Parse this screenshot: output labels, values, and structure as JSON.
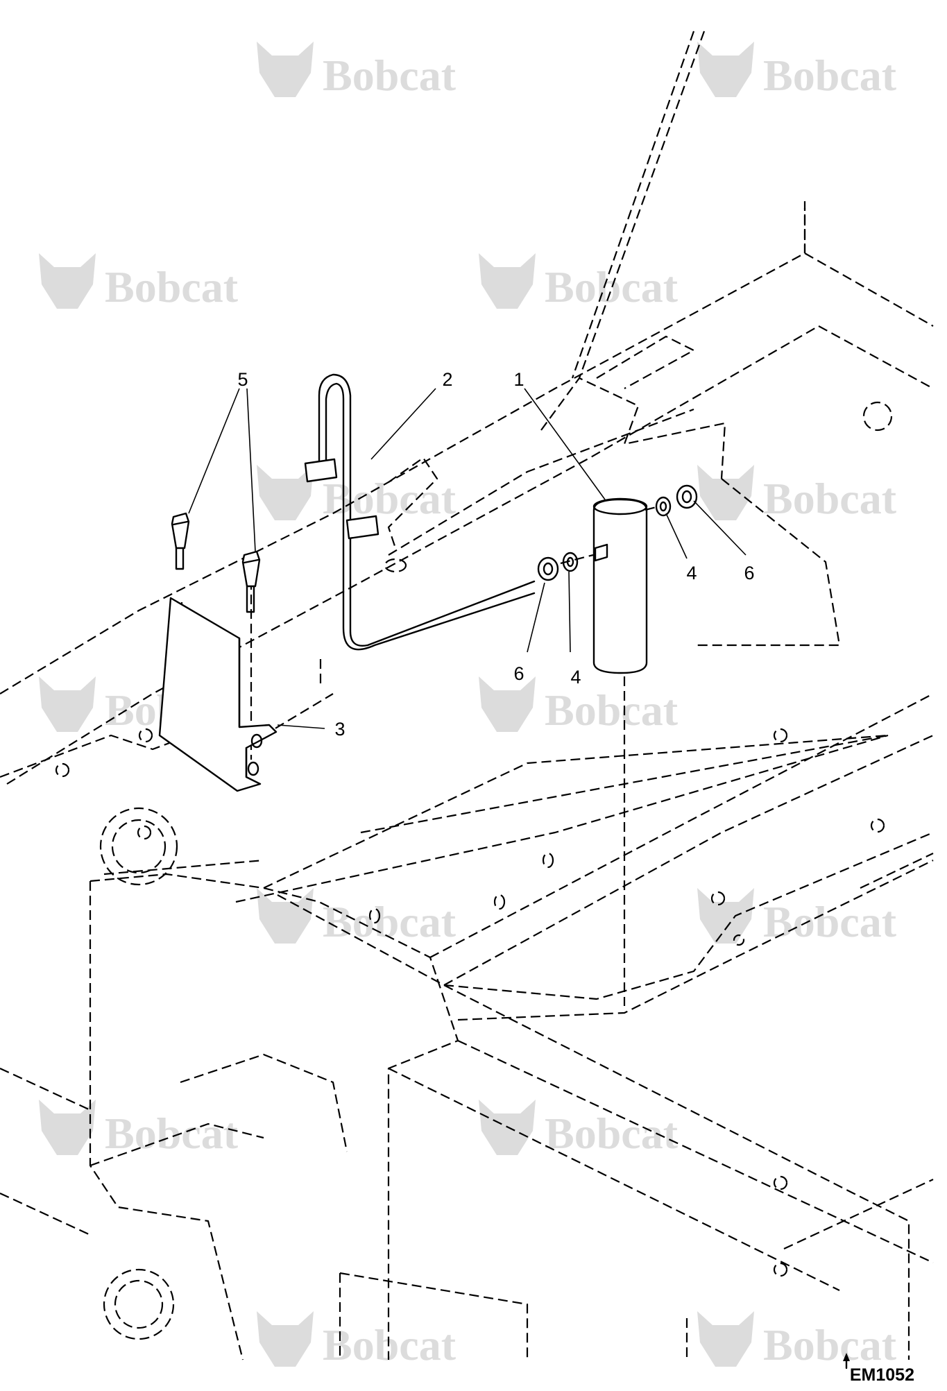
{
  "watermark": {
    "brand": "Bobcat",
    "color": "#dcdcdc",
    "icon": "bobcat-logo-icon"
  },
  "callouts": [
    {
      "id": "part-1",
      "label": "1"
    },
    {
      "id": "part-2",
      "label": "2"
    },
    {
      "id": "part-3",
      "label": "3"
    },
    {
      "id": "part-4a",
      "label": "4"
    },
    {
      "id": "part-4b",
      "label": "4"
    },
    {
      "id": "part-5",
      "label": "5"
    },
    {
      "id": "part-6a",
      "label": "6"
    },
    {
      "id": "part-6b",
      "label": "6"
    }
  ],
  "drawing_code": "EM1052"
}
